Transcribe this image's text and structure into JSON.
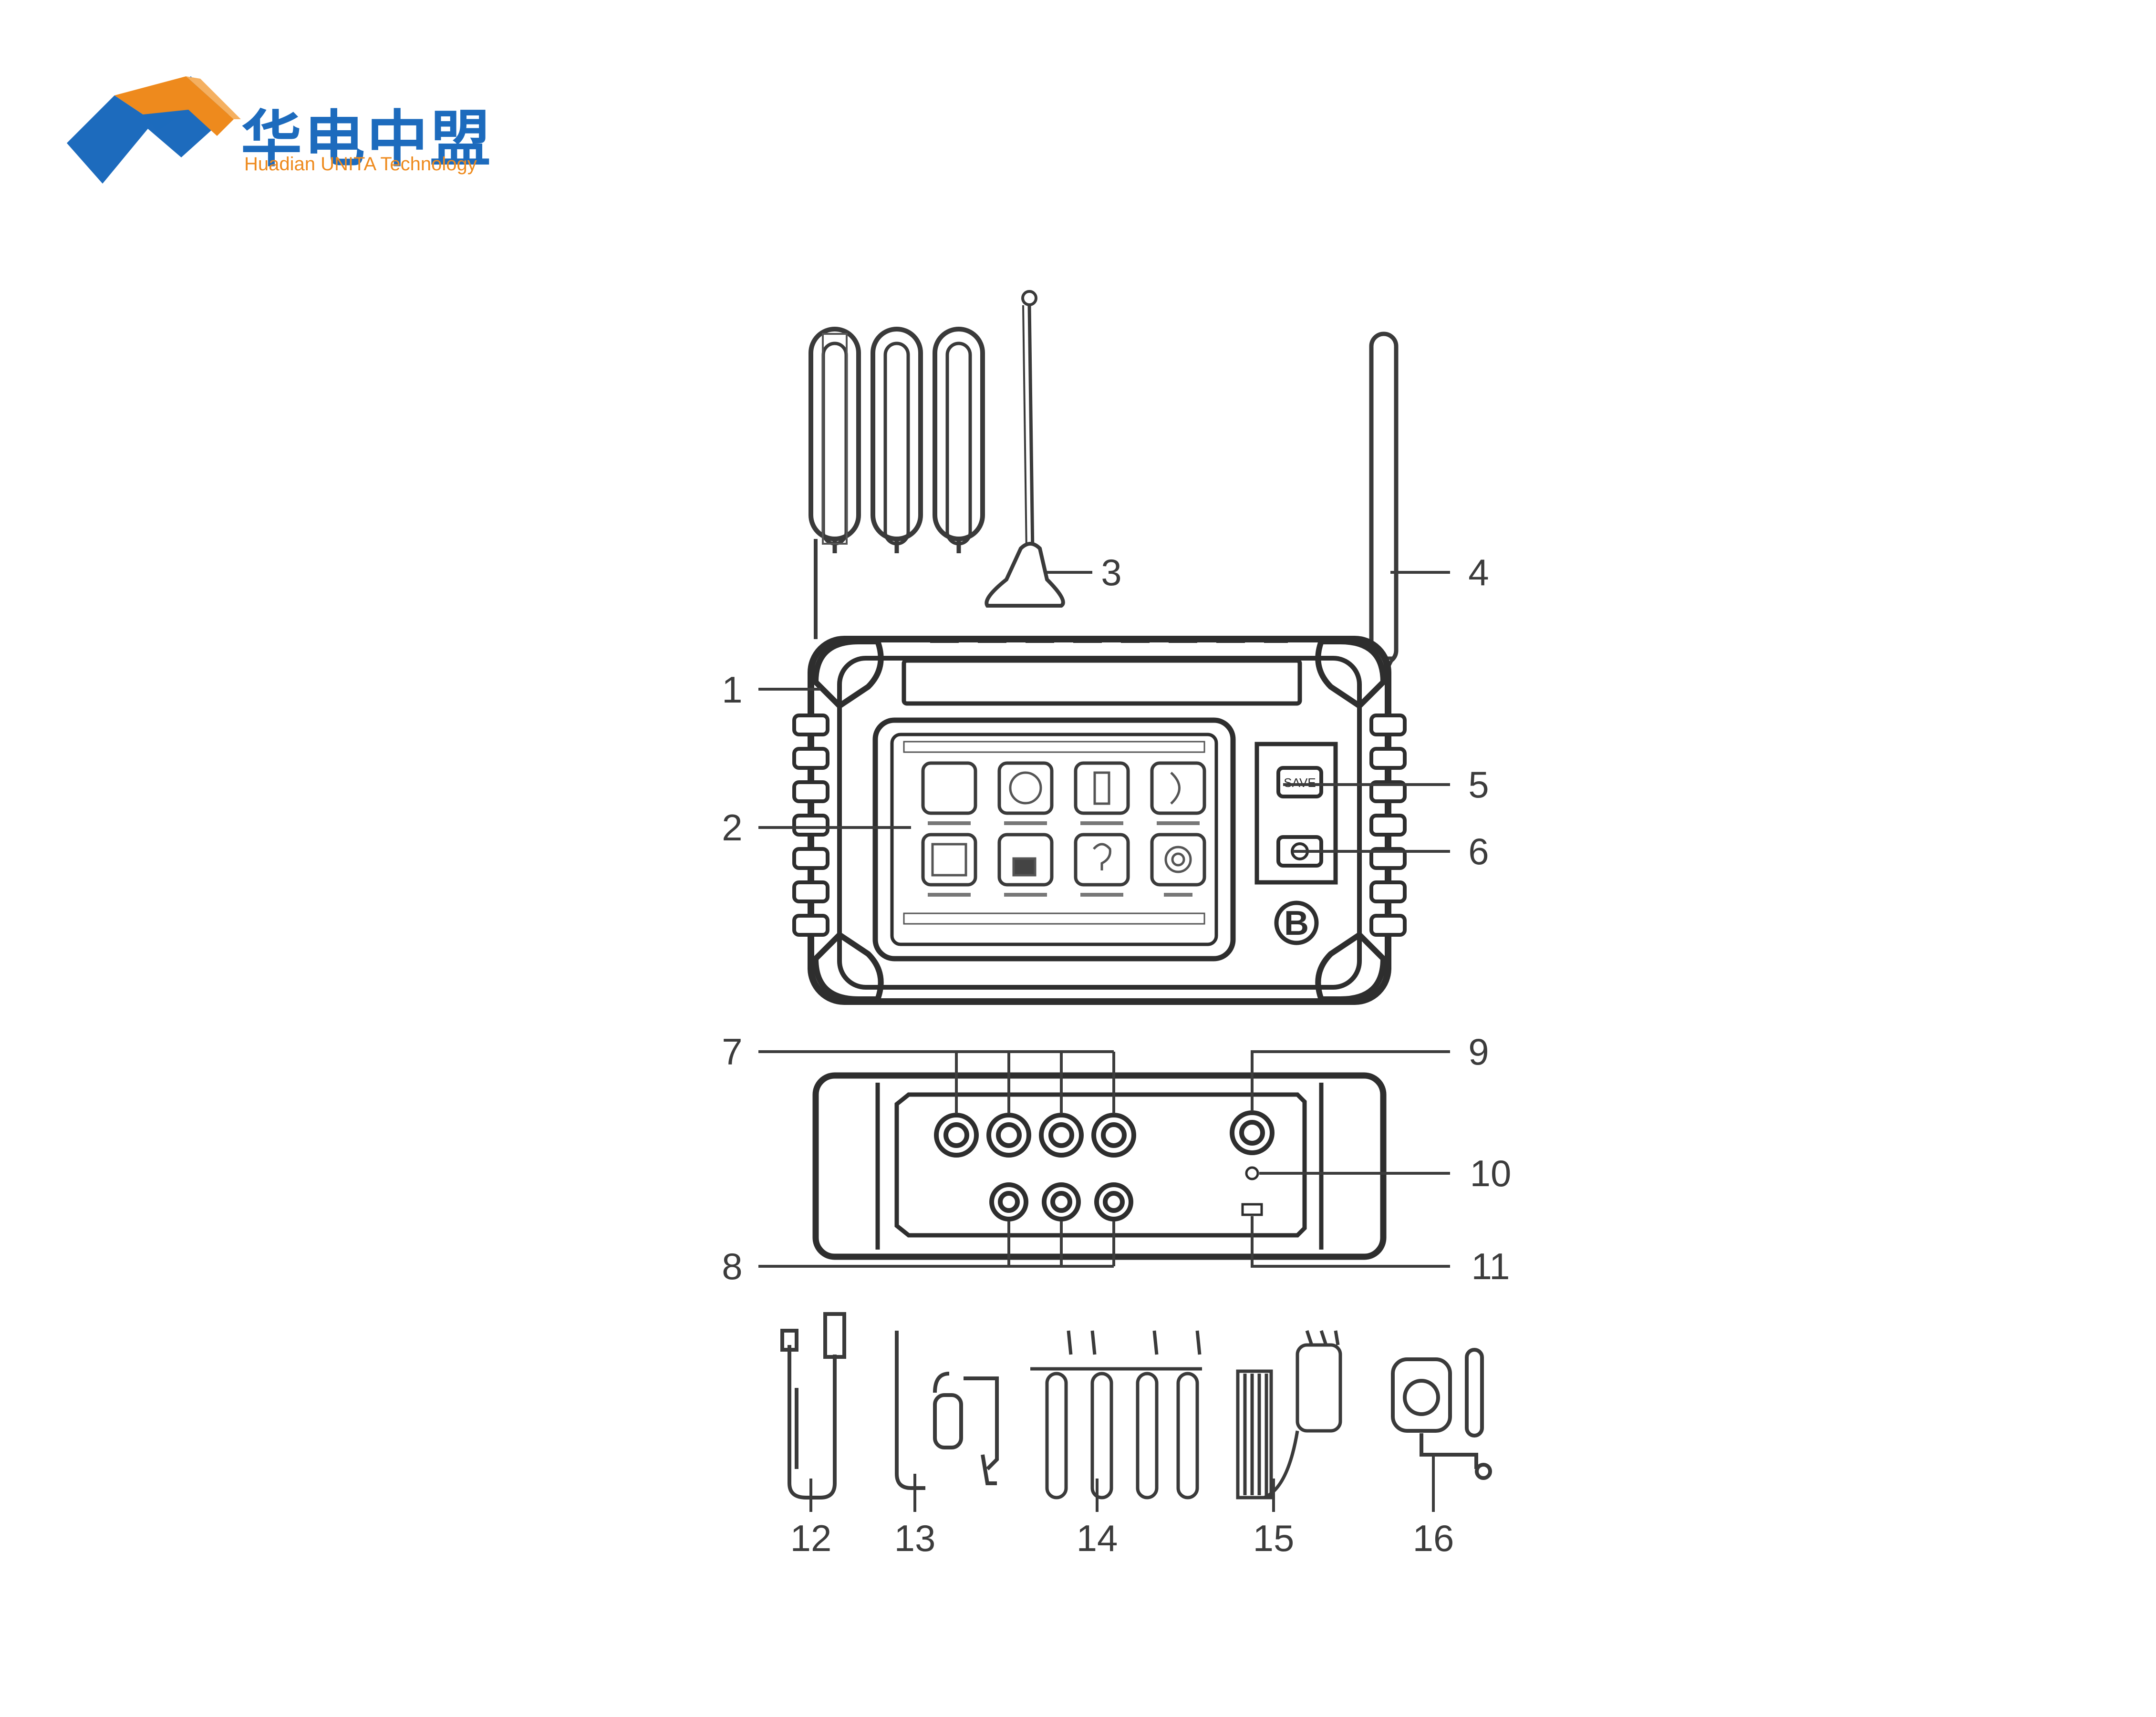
{
  "brand": {
    "name_cn": "华电中盟",
    "name_en": "Huadian UNITA Technology",
    "colors": {
      "blue": "#1d6bbd",
      "orange": "#ee8a1d"
    }
  },
  "diagram": {
    "screen_button": "SAVE",
    "panel_badge": "B",
    "callouts": [
      "1",
      "2",
      "3",
      "4",
      "5",
      "6",
      "7",
      "8",
      "9",
      "10",
      "11",
      "12",
      "13",
      "14",
      "15",
      "16"
    ]
  }
}
